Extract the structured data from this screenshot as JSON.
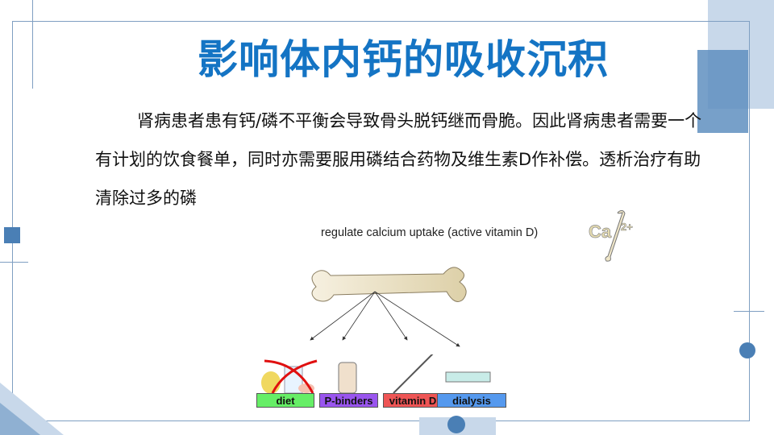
{
  "title": "影响体内钙的吸收沉积",
  "paragraph": "肾病患者患有钙/磷不平衡会导致骨头脱钙继而骨脆。因此肾病患者需要一个有计划的饮食餐单，同时亦需要服用磷结合药物及维生素D作补偿。透析治疗有助清除过多的磷",
  "figure": {
    "caption": "regulate calcium uptake (active vitamin D)",
    "ion_label": "Ca",
    "ion_charge": "2+",
    "boxes": [
      {
        "label": "diet",
        "color": "#66ee66"
      },
      {
        "label": "P-binders",
        "color": "#9955ee"
      },
      {
        "label": "vitamin D",
        "color": "#ee5555"
      },
      {
        "label": "dialysis",
        "color": "#5599ee"
      }
    ]
  },
  "colors": {
    "title": "#1474c4",
    "accent": "#4a7fb5",
    "light": "#c8d8ea"
  }
}
